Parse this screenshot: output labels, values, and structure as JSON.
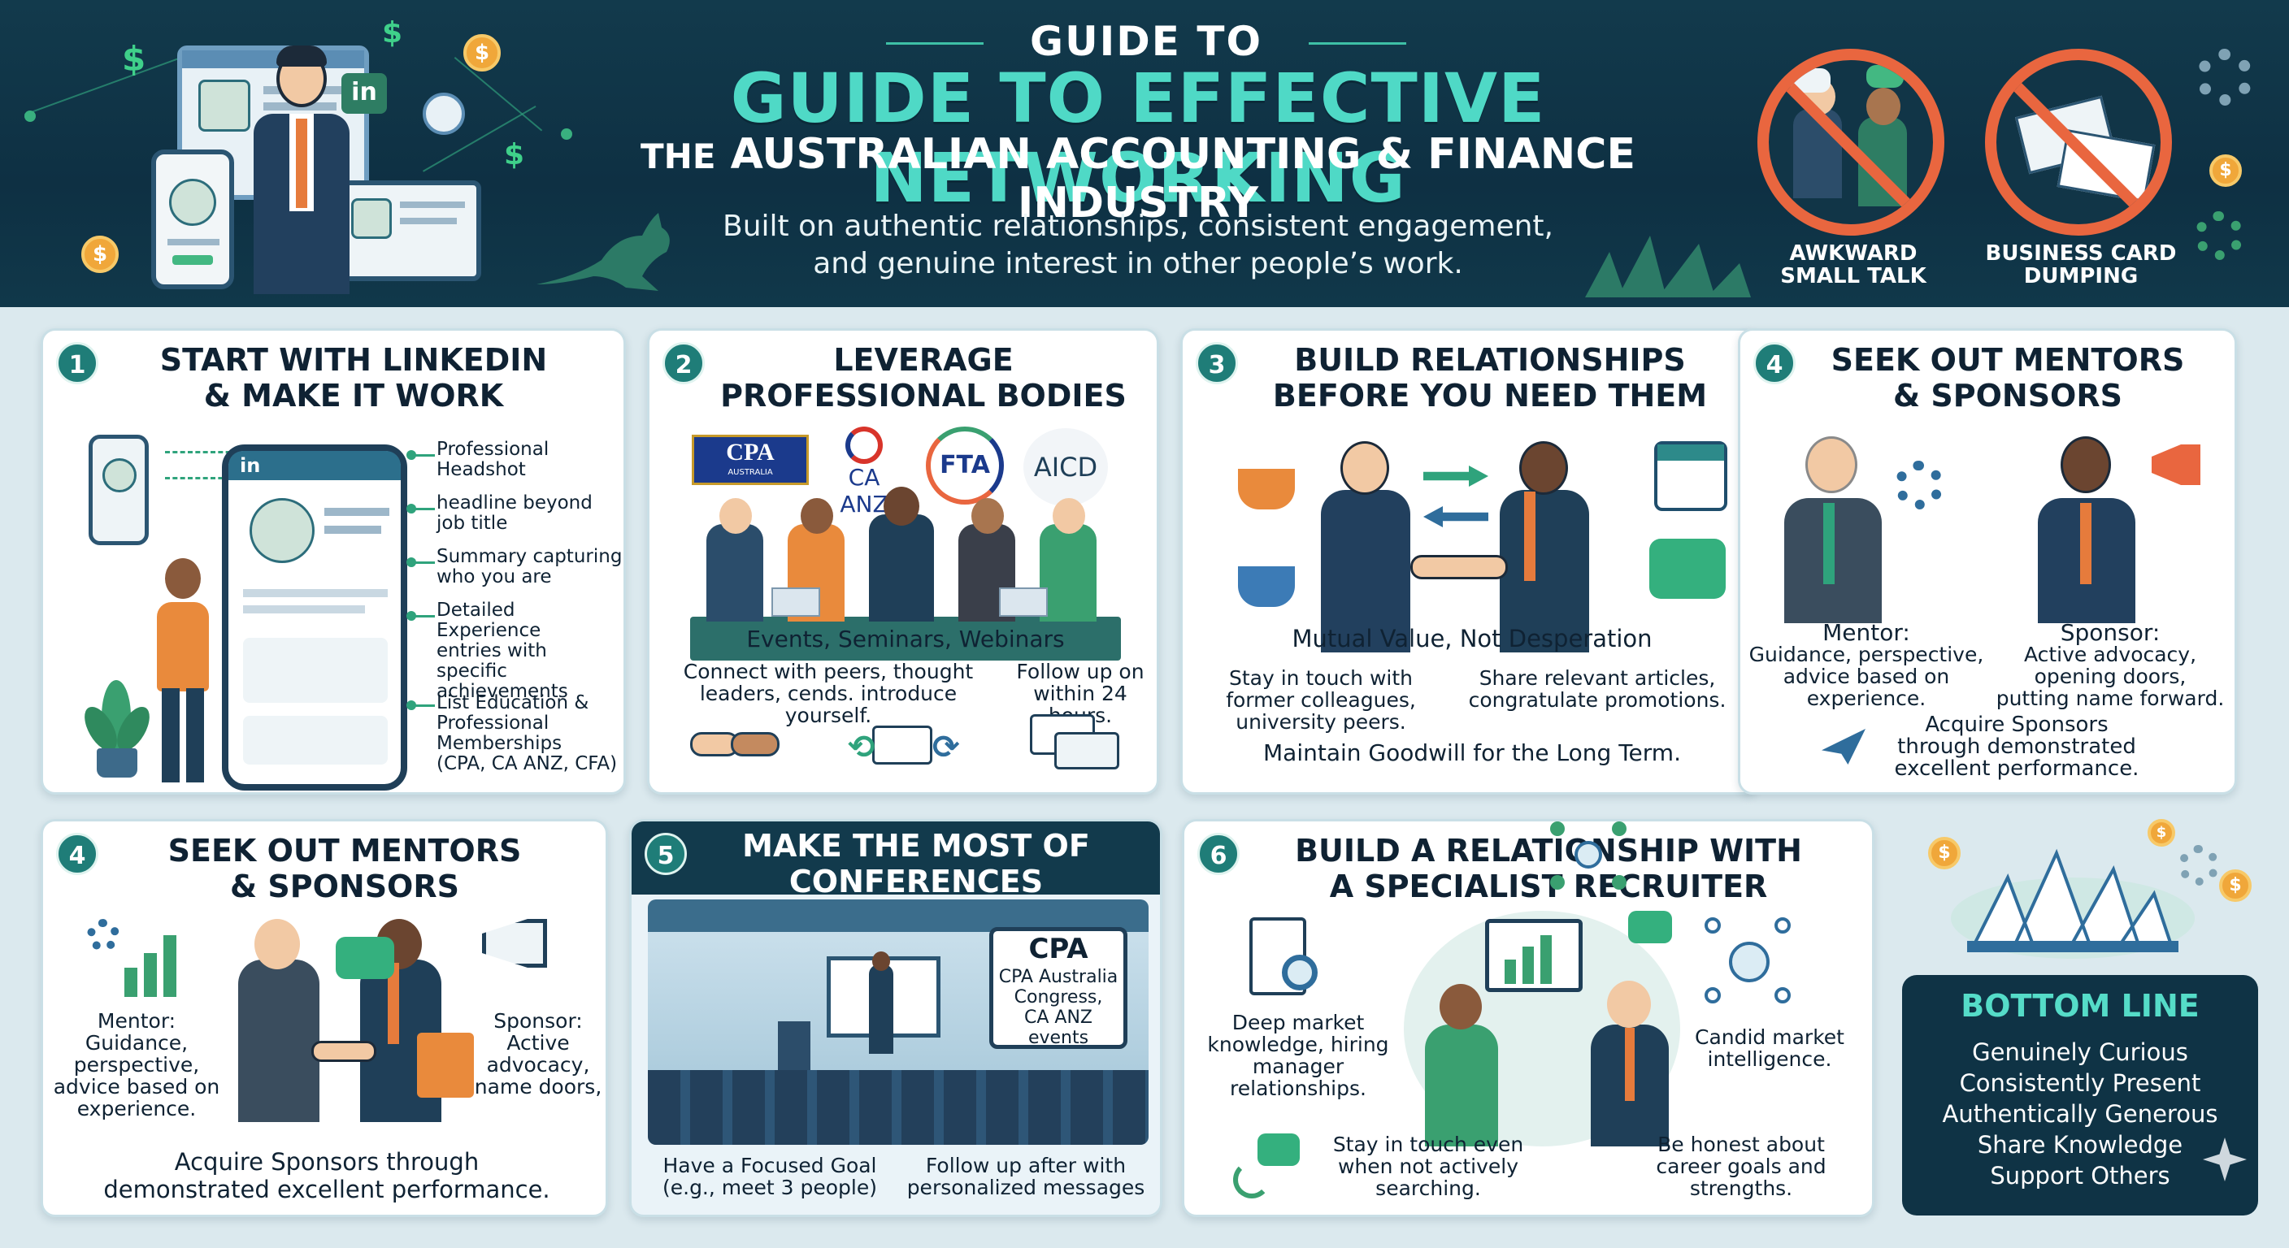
{
  "header": {
    "small_title": "GUIDE TO",
    "title": "GUIDE TO EFFECTIVE NETWORKING",
    "title_line2_prefix": "THE",
    "title_line2": "AUSTRALIAN ACCOUNTING & FINANCE INDUSTRY",
    "description_line1": "Built on authentic relationships, consistent engagement,",
    "description_line2": "and genuine interest in other people’s work.",
    "linkedin_label": "in",
    "avoid": [
      {
        "line1": "AWKWARD",
        "line2": "SMALL TALK"
      },
      {
        "line1": "BUSINESS CARD",
        "line2": "DUMPING"
      }
    ]
  },
  "card1": {
    "number": "1",
    "title_line1": "START WITH LINKEDIN",
    "title_line2": "& MAKE IT WORK",
    "app_label": "in",
    "items": [
      [
        "Professional",
        "Headshot"
      ],
      [
        "headline beyond",
        "job title"
      ],
      [
        "Summary capturing",
        "who you are"
      ],
      [
        "Detailed Experience",
        "entries with",
        "specific",
        "achievements"
      ],
      [
        "List Education &",
        "Professional",
        "Memberships",
        "(CPA, CA ANZ, CFA)"
      ]
    ]
  },
  "card2": {
    "number": "2",
    "title_line1": "LEVERAGE",
    "title_line2": "PROFESSIONAL BODIES",
    "logos": {
      "cpa": "CPA",
      "cpa_sub": "AUSTRALIA",
      "caanz": "CA ANZ",
      "fta": "FTA",
      "aicd": "AICD"
    },
    "events": "Events, Seminars, Webinars",
    "connect_line1": "Connect with peers, thought",
    "connect_line2": "leaders, cends.  introduce yourself.",
    "follow_line1": "Follow up on",
    "follow_line2": "within 24 hours."
  },
  "card3": {
    "number": "3",
    "title_line1": "BUILD RELATIONSHIPS",
    "title_line2": "BEFORE YOU NEED THEM",
    "mutual": "Mutual Value, Not Desperation",
    "left_line1": "Stay in touch with",
    "left_line2": "former colleagues,",
    "left_line3": "university peers.",
    "right_line1": "Share relevant articles,",
    "right_line2": "congratulate promotions.",
    "goodwill": "Maintain Goodwill for the Long Term."
  },
  "card4a": {
    "number": "4",
    "title_line1": "SEEK OUT MENTORS",
    "title_line2": "& SPONSORS",
    "mentor": [
      "Mentor:",
      "Guidance, perspective,",
      "advice based on",
      "experience."
    ],
    "sponsor": [
      "Sponsor:",
      "Active advocacy,",
      "opening doors,",
      "putting name forward."
    ],
    "acquire": [
      "Acquire Sponsors",
      "through demonstrated",
      "excellent performance."
    ]
  },
  "card4b": {
    "number": "4",
    "title_line1": "SEEK OUT MENTORS",
    "title_line2": "& SPONSORS",
    "mentor": [
      "Mentor:",
      "Guidance,",
      "perspective,",
      "advice based on",
      "experience."
    ],
    "sponsor": [
      "Sponsor:",
      "Active",
      "advocacy,",
      "name doors,"
    ],
    "acquire_line1": "Acquire Sponsors through",
    "acquire_line2": "demonstrated excellent performance."
  },
  "card5": {
    "number": "5",
    "title_line1": "MAKE THE MOST OF",
    "title_line2": "CONFERENCES",
    "sign_title": "CPA",
    "sign_lines": [
      "CPA Australia",
      "Congress,",
      "CA ANZ events"
    ],
    "goal_line1": "Have a Focused Goal",
    "goal_line2": "(e.g., meet 3 people)",
    "follow_line1": "Follow up after with",
    "follow_line2": "personalized messages"
  },
  "card6": {
    "number": "6",
    "title_line1": "BUILD A RELATIONSHIP WITH",
    "title_line2": "A SPECIALIST RECRUITER",
    "deep": [
      "Deep market",
      "knowledge, hiring",
      "manager",
      "relationships."
    ],
    "candid": [
      "Candid market",
      "intelligence."
    ],
    "stay": [
      "Stay in touch even",
      "when not actively",
      "searching."
    ],
    "honest": [
      "Be honest about",
      "career goals and",
      "strengths."
    ]
  },
  "bottom_line": {
    "title": "BOTTOM LINE",
    "items": [
      "Genuinely Curious",
      "Consistently Present",
      "Authentically Generous",
      "Share Knowledge",
      "Support Others"
    ]
  },
  "colors": {
    "teal": "#1f7d78",
    "navy": "#0f3345",
    "accent_orange": "#e9663f",
    "green": "#34b07e"
  }
}
